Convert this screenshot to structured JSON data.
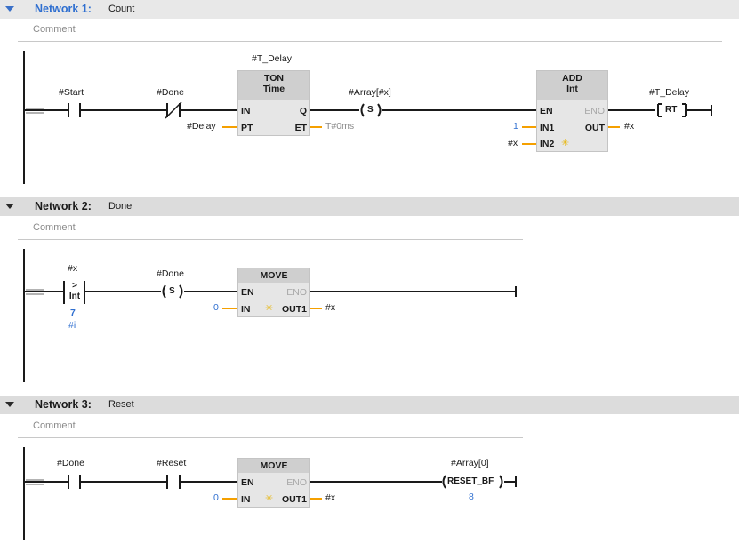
{
  "networks": [
    {
      "number": "Network 1:",
      "title": "Count",
      "comment": "Comment",
      "contacts": [
        {
          "operand": "#Start",
          "type": "no"
        },
        {
          "operand": "#Done",
          "type": "nc"
        }
      ],
      "timer": {
        "instance": "#T_Delay",
        "name": "TON",
        "type": "Time",
        "pins": {
          "in": "IN",
          "pt": "PT",
          "q": "Q",
          "et": "ET"
        },
        "pt_operand": "#Delay",
        "et_operand": "T#0ms"
      },
      "set_coil": {
        "operand": "#Array[#x]",
        "symbol": "S"
      },
      "add_box": {
        "name": "ADD",
        "type": "Int",
        "pins": {
          "en": "EN",
          "eno": "ENO",
          "in1": "IN1",
          "in2": "IN2",
          "out": "OUT"
        },
        "in1_value": "1",
        "in2_operand": "#x",
        "out_operand": "#x"
      },
      "reset_coil": {
        "operand": "#T_Delay",
        "symbol": "RT"
      }
    },
    {
      "number": "Network 2:",
      "title": "Done",
      "comment": "Comment",
      "compare": {
        "operand_top": "#x",
        "operator": ">",
        "type": "Int",
        "value": "7",
        "operand_bottom": "#i"
      },
      "set_coil": {
        "operand": "#Done",
        "symbol": "S"
      },
      "move_box": {
        "name": "MOVE",
        "pins": {
          "en": "EN",
          "eno": "ENO",
          "in": "IN",
          "out1": "OUT1"
        },
        "in_value": "0",
        "out_operand": "#x"
      }
    },
    {
      "number": "Network 3:",
      "title": "Reset",
      "comment": "Comment",
      "contacts": [
        {
          "operand": "#Done",
          "type": "no"
        },
        {
          "operand": "#Reset",
          "type": "no"
        }
      ],
      "move_box": {
        "name": "MOVE",
        "pins": {
          "en": "EN",
          "eno": "ENO",
          "in": "IN",
          "out1": "OUT1"
        },
        "in_value": "0",
        "out_operand": "#x"
      },
      "reset_coil": {
        "operand": "#Array[0]",
        "symbol": "RESET_BF",
        "value": "8"
      }
    }
  ],
  "colors": {
    "wire": "#1a1a1a",
    "pin_wire": "#f5a000",
    "value": "#2f6fd0",
    "header": "#dcdcdc",
    "header_active": "#e8e8e8",
    "box": "#e6e6e6",
    "box_head": "#cfcfcf"
  },
  "icons": {
    "collapse": "triangle-down-icon",
    "extensible_input": "star-icon"
  }
}
